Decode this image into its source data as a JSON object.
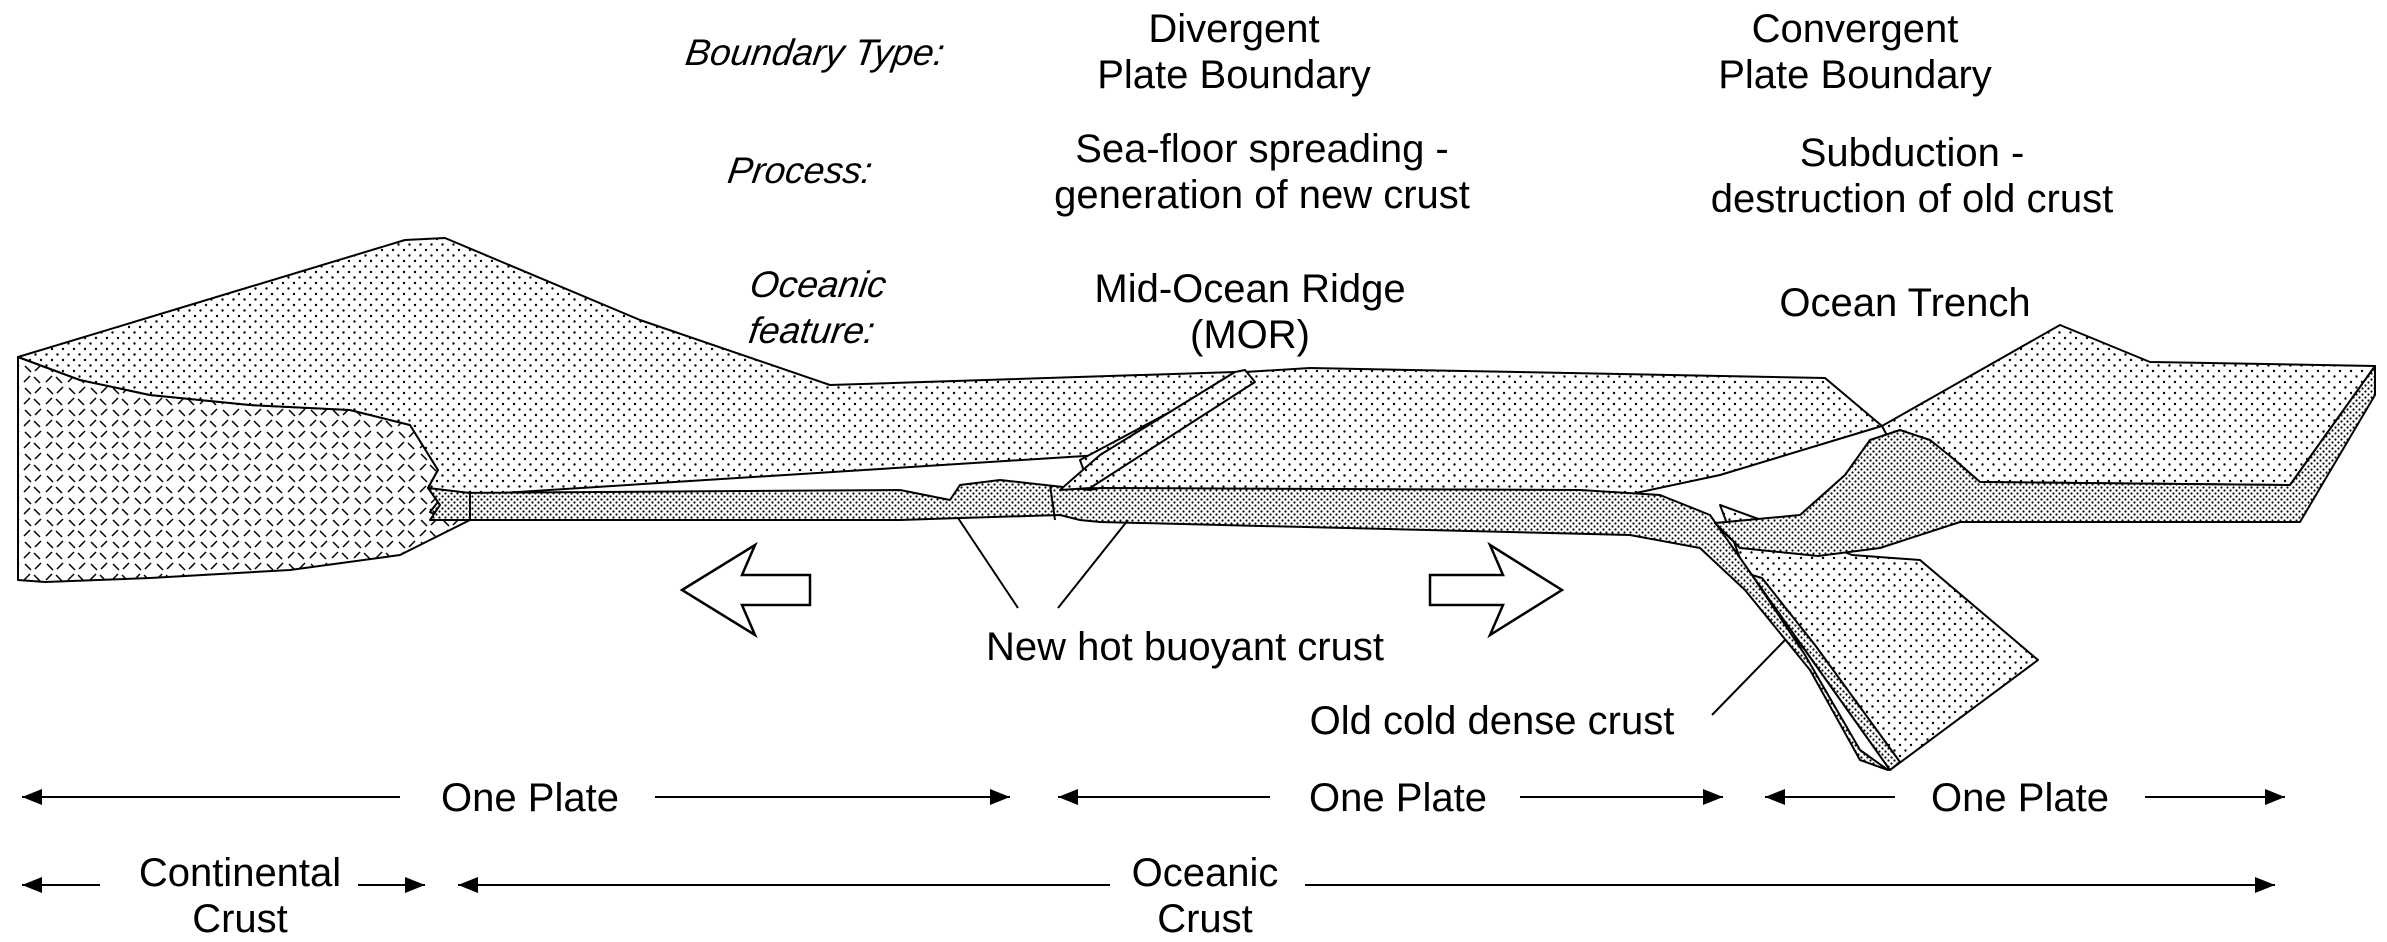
{
  "header": {
    "boundary_type_label": "Boundary Type:",
    "process_label": "Process:",
    "feature_label_line1": "Oceanic",
    "feature_label_line2": "feature:"
  },
  "divergent": {
    "type_line1": "Divergent",
    "type_line2": "Plate Boundary",
    "process_line1": "Sea-floor spreading -",
    "process_line2": "generation of new crust",
    "feature_line1": "Mid-Ocean Ridge",
    "feature_line2": "(MOR)"
  },
  "convergent": {
    "type_line1": "Convergent",
    "type_line2": "Plate Boundary",
    "process_line1": "Subduction -",
    "process_line2": "destruction of old crust",
    "feature_line1": "Ocean Trench"
  },
  "annotations": {
    "new_crust": "New hot buoyant crust",
    "old_crust": "Old cold dense crust"
  },
  "plates": {
    "plate_1": "One Plate",
    "plate_2": "One Plate",
    "plate_3": "One Plate"
  },
  "crust": {
    "continental_line1": "Continental",
    "continental_line2": "Crust",
    "oceanic_line1": "Oceanic",
    "oceanic_line2": "Crust"
  },
  "colors": {
    "line": "#000000",
    "background": "#ffffff"
  }
}
